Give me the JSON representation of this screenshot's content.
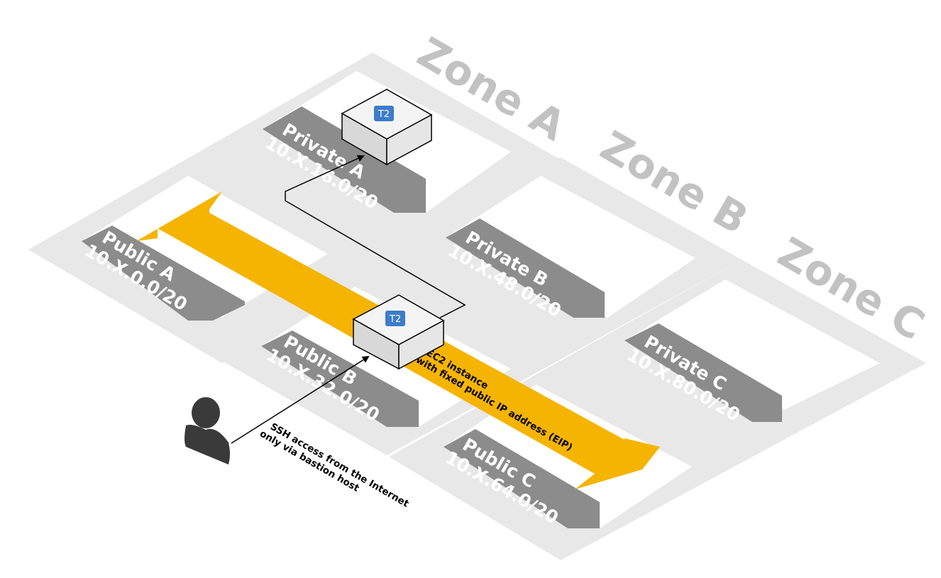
{
  "zones": {
    "a": "Zone A",
    "b": "Zone B",
    "c": "Zone C"
  },
  "subnets": {
    "private_a": {
      "name": "Private A",
      "cidr": "10.X.16.0/20"
    },
    "public_a": {
      "name": "Public A",
      "cidr": "10.X.0.0/20"
    },
    "private_b": {
      "name": "Private B",
      "cidr": "10.X.48.0/20"
    },
    "public_b": {
      "name": "Public B",
      "cidr": "10.X.32.0/20"
    },
    "private_c": {
      "name": "Private C",
      "cidr": "10.X.80.0/20"
    },
    "public_c": {
      "name": "Public C",
      "cidr": "10.X.64.0/20"
    }
  },
  "instances": {
    "private_badge": "T2",
    "bastion_badge": "T2"
  },
  "notes": {
    "eip_line1": "EC2 instance",
    "eip_line2": "with fixed public IP address (EIP)",
    "ssh_line1": "SSH access from the Internet",
    "ssh_line2": "only via bastion host"
  },
  "colors": {
    "zone_fill": "#e8e8e8",
    "subnet_fill": "#ffffff",
    "label_tab": "#8c8c8c",
    "zone_text": "#c2c2c2",
    "eip_band": "#f5b400",
    "badge_blue": "#3d7cc9",
    "box_face": "#e3e3e3",
    "user_icon": "#3a3a3a"
  }
}
